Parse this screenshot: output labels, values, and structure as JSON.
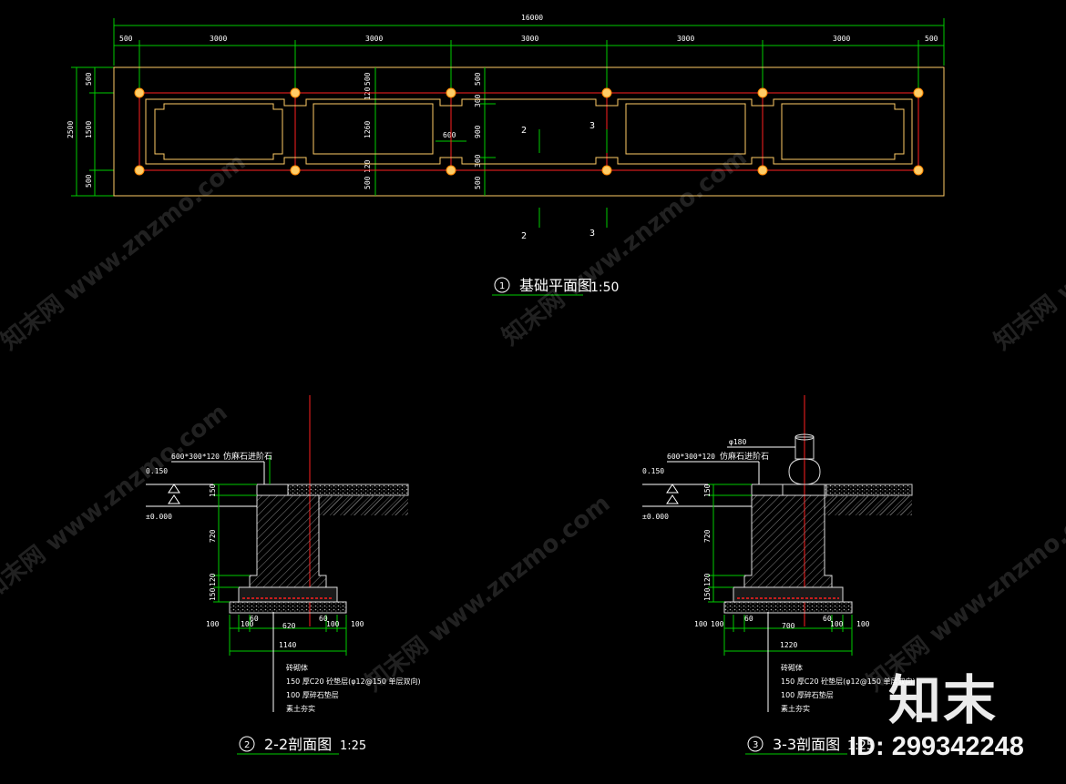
{
  "plan": {
    "overall_dim": "16000",
    "top_dims": [
      "500",
      "3000",
      "3000",
      "3000",
      "3000",
      "3000",
      "500"
    ],
    "left_overall": "2500",
    "left_dims": [
      "500",
      "1500",
      "500"
    ],
    "inner_dims_a": [
      "500",
      "120",
      "1260",
      "120",
      "500"
    ],
    "inner_dims_b": [
      "500",
      "300",
      "900",
      "300",
      "500"
    ],
    "dim_600": "600",
    "cut_2": "2",
    "cut_3": "3",
    "title_num": "1",
    "title": "基础平面图",
    "scale": "1:50"
  },
  "section22": {
    "label_stone": "600*300*120",
    "label_material": "仿麻石进阶石",
    "elev_top": "0.150",
    "elev_zero": "±0.000",
    "dims_v": [
      "150",
      "720",
      "120",
      "150"
    ],
    "dims_h": [
      "100",
      "60",
      "620",
      "60",
      "100"
    ],
    "dim_edge": "100",
    "total_width": "1140",
    "notes": [
      "砖砌体",
      "150 厚C20 砼垫层(φ12@150 单层双向)",
      "100 厚碎石垫层",
      "素土夯实"
    ],
    "title_num": "2",
    "title": "2-2剖面图",
    "scale": "1:25"
  },
  "section33": {
    "label_top": "φ180",
    "label_stone": "600*300*120",
    "label_material": "仿麻石进阶石",
    "elev_top": "0.150",
    "elev_zero": "±0.000",
    "dims_v": [
      "150",
      "720",
      "120",
      "150"
    ],
    "dims_h": [
      "100",
      "60",
      "700",
      "60",
      "100"
    ],
    "dim_edge": "100",
    "total_width": "1220",
    "notes": [
      "砖砌体",
      "150 厚C20 砼垫层(φ12@150 单层双向)",
      "100 厚碎石垫层",
      "素土夯实"
    ],
    "title_num": "3",
    "title": "3-3剖面图",
    "scale": "1:25"
  },
  "watermark": {
    "text": "知末网 www.znzmo.com",
    "logo": "知末",
    "id": "ID: 299342248"
  },
  "colors": {
    "background": "#000000",
    "outline": "#ffcc66",
    "axis": "#ff2020",
    "dimension": "#00cc00",
    "text": "#ffffff"
  }
}
